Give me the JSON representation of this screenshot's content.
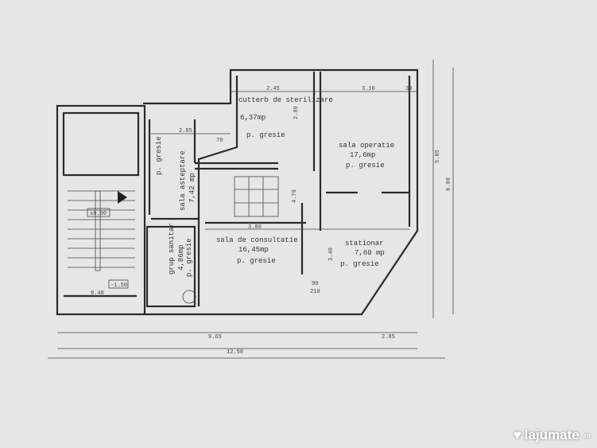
{
  "rooms": [
    {
      "name": "cutterb de sterilizare",
      "area": "6,37mp",
      "floor": "p. gresie"
    },
    {
      "name": "sala operatie",
      "area": "17,6mp",
      "floor": "p. gresie"
    },
    {
      "name": "sala asteptare",
      "area": "7,42 mp",
      "floor": "p. gresie"
    },
    {
      "name": "sala de consultatie",
      "area": "16,45mp",
      "floor": "p. gresie"
    },
    {
      "name": "stationar",
      "area": "7,60 mp",
      "floor": "p. gresie"
    },
    {
      "name": "grup sanitar",
      "area": "4,86mp",
      "floor": "p. gresie"
    }
  ],
  "levels": {
    "upper": "±0.00",
    "lower": "-1.50"
  },
  "dimensions": {
    "d245": "2.45",
    "d310": "3.10",
    "d30": "30",
    "d285": "2.85",
    "d280": "2.80",
    "d470": "4.70",
    "d380": "3.80",
    "d340": "3.40",
    "d940": "9.40",
    "d585": "5.85",
    "d800": "8.00",
    "d965": "9.65",
    "d1250": "12.50",
    "d285b": "2.85",
    "d90": "90",
    "d210": "210",
    "d70": "70"
  },
  "watermark": {
    "brand": "lajumate",
    "tld": ".ro"
  }
}
